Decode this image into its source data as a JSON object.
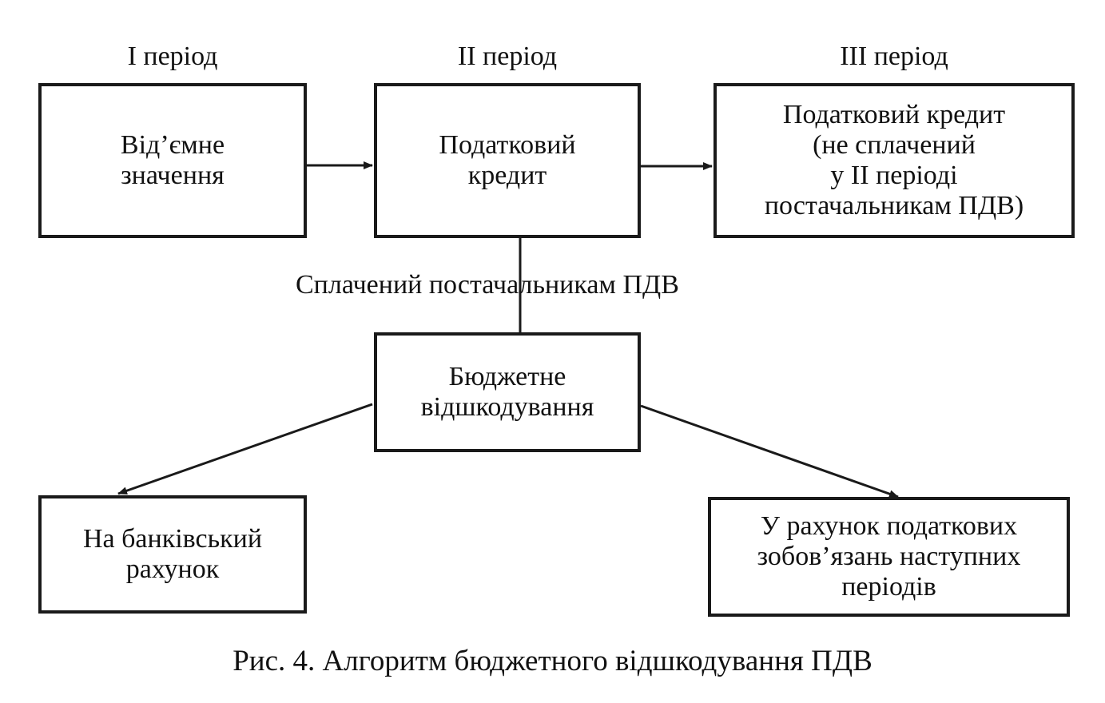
{
  "periods": {
    "p1": "I період",
    "p2": "II період",
    "p3": "III період"
  },
  "boxes": {
    "negative_value": {
      "lines": [
        "Від’ємне",
        "значення"
      ]
    },
    "tax_credit": {
      "lines": [
        "Податковий",
        "кредит"
      ]
    },
    "unpaid_tax_credit": {
      "lines": [
        "Податковий  кредит",
        "(не сплачений",
        "у II періоді",
        "постачальникам ПДВ)"
      ]
    },
    "budget_refund": {
      "lines": [
        "Бюджетне",
        "відшкодування"
      ]
    },
    "bank_account": {
      "lines": [
        "На банківський",
        "рахунок"
      ]
    },
    "future_liabilities": {
      "lines": [
        "У рахунок податкових",
        "зобов’язань наступних",
        "періодів"
      ]
    }
  },
  "edge_labels": {
    "paid_to_suppliers": "Сплачений постачальникам ПДВ"
  },
  "caption": "Рис. 4. Алгоритм бюджетного відшкодування ПДВ"
}
